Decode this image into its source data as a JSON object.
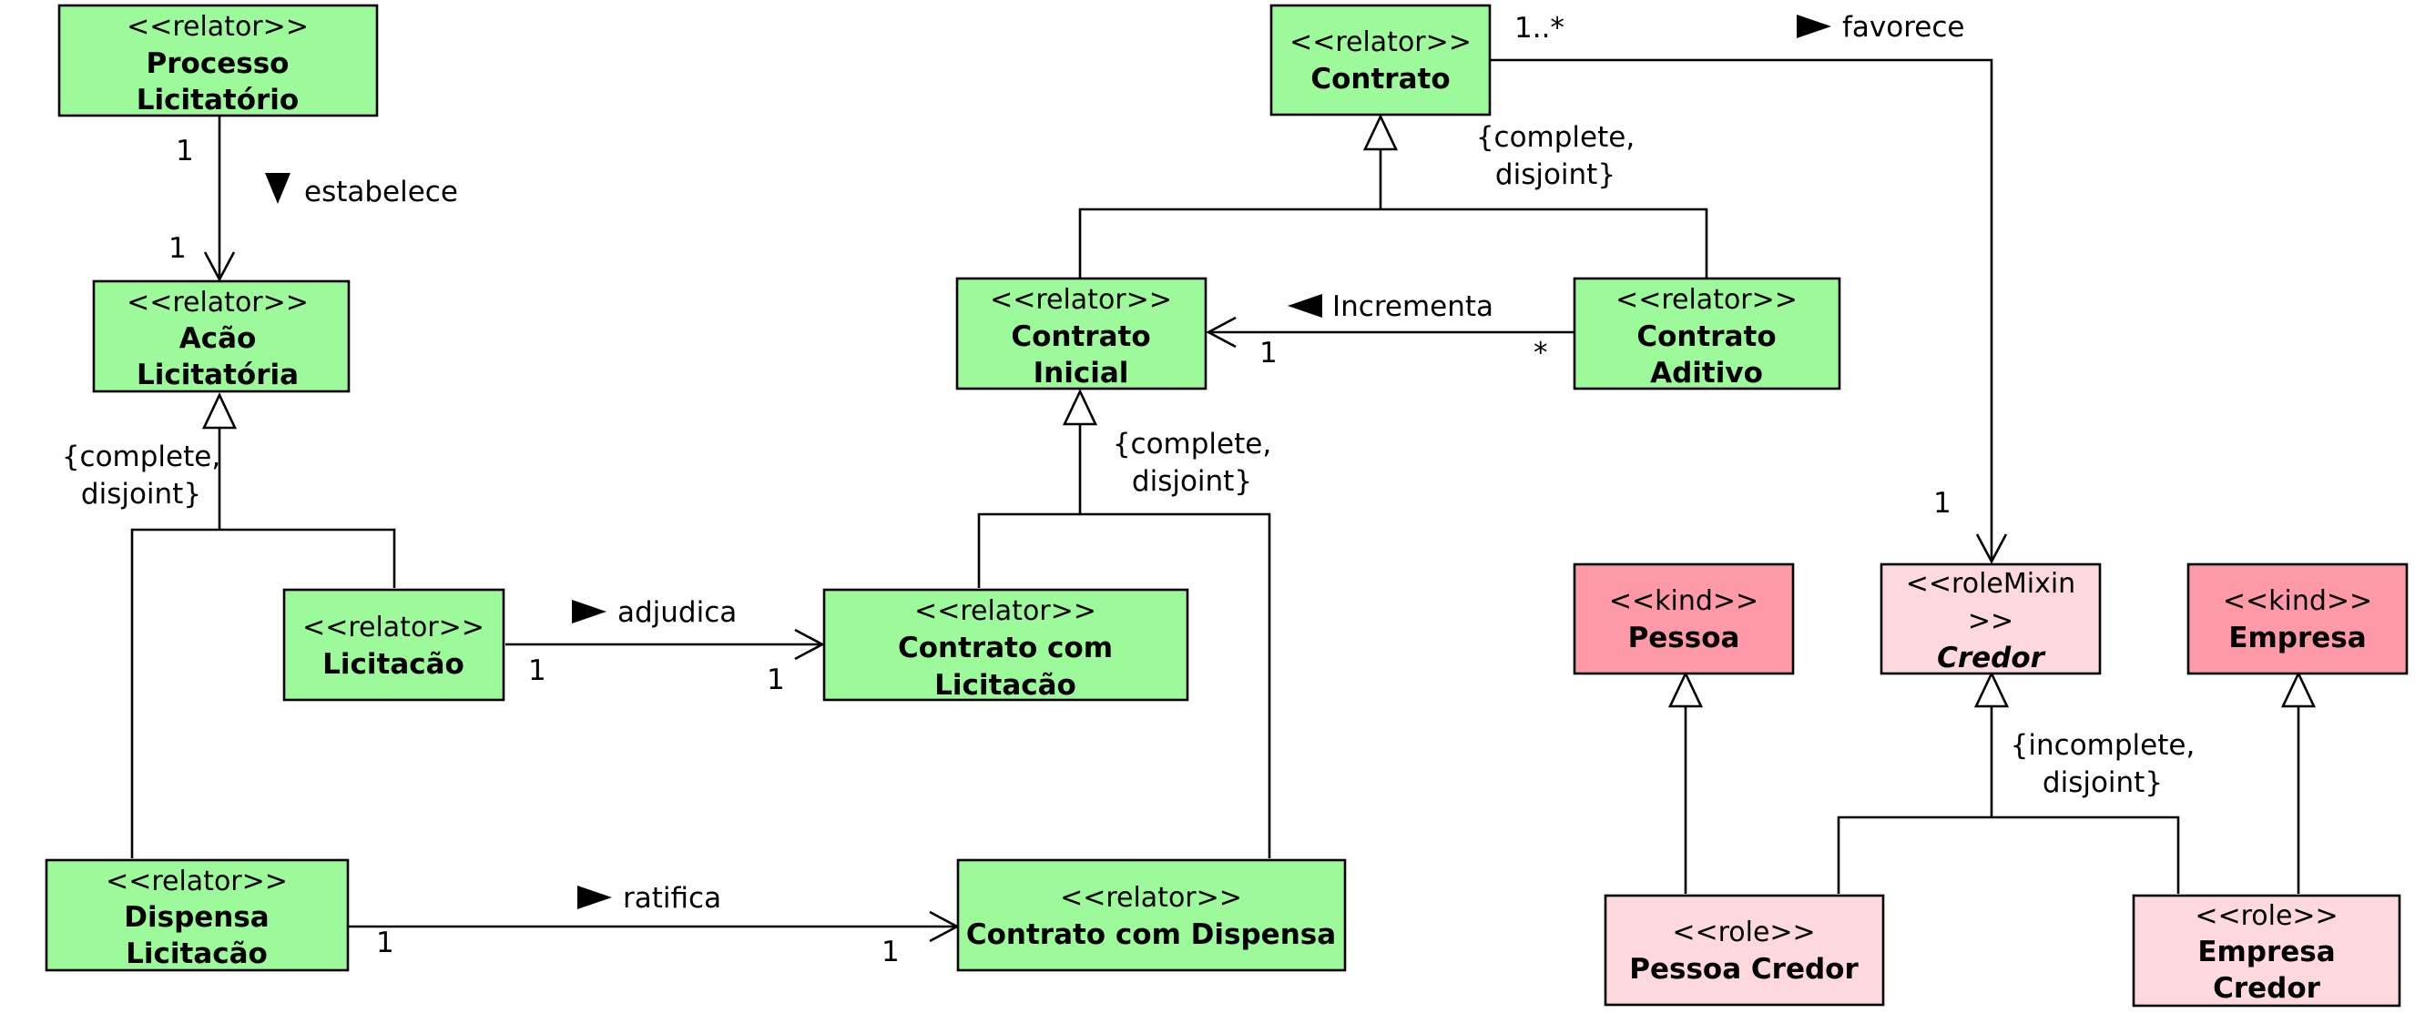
{
  "colors": {
    "relator_fill": "#9dfa9b",
    "kind_fill": "#fe9aa7",
    "role_fill": "#fdd9dd"
  },
  "classes": {
    "processo": {
      "stereotype": "<<relator>>",
      "name_lines": [
        "Processo",
        "Licitatório"
      ]
    },
    "acao": {
      "stereotype": "<<relator>>",
      "name_lines": [
        "Acão",
        "Licitatória"
      ]
    },
    "licitacao": {
      "stereotype": "<<relator>>",
      "name_lines": [
        "Licitacão"
      ]
    },
    "dispensa": {
      "stereotype": "<<relator>>",
      "name_lines": [
        "Dispensa",
        "Licitacão"
      ]
    },
    "contrato": {
      "stereotype": "<<relator>>",
      "name_lines": [
        "Contrato"
      ]
    },
    "contrato_inicial": {
      "stereotype": "<<relator>>",
      "name_lines": [
        "Contrato",
        "Inicial"
      ]
    },
    "contrato_aditivo": {
      "stereotype": "<<relator>>",
      "name_lines": [
        "Contrato",
        "Aditivo"
      ]
    },
    "contrato_licitacao": {
      "stereotype": "<<relator>>",
      "name_lines": [
        "Contrato com",
        "Licitacão"
      ]
    },
    "contrato_dispensa": {
      "stereotype": "<<relator>>",
      "name_lines": [
        "Contrato com Dispensa"
      ]
    },
    "pessoa": {
      "stereotype": "<<kind>>",
      "name_lines": [
        "Pessoa"
      ]
    },
    "credor": {
      "stereotype_lines": [
        "<<roleMixin",
        ">>"
      ],
      "name_lines": [
        "Credor"
      ]
    },
    "empresa": {
      "stereotype": "<<kind>>",
      "name_lines": [
        "Empresa"
      ]
    },
    "pessoa_credor": {
      "stereotype": "<<role>>",
      "name_lines": [
        "Pessoa Credor"
      ]
    },
    "empresa_credor": {
      "stereotype": "<<role>>",
      "name_lines": [
        "Empresa",
        "Credor"
      ]
    }
  },
  "associations": {
    "estabelece": {
      "name": "estabelece",
      "mult_source": "1",
      "mult_target": "1"
    },
    "adjudica": {
      "name": "adjudica",
      "mult_source": "1",
      "mult_target": "1"
    },
    "ratifica": {
      "name": "ratifica",
      "mult_source": "1",
      "mult_target": "1"
    },
    "incrementa": {
      "name": "Incrementa",
      "mult_source": "*",
      "mult_target": "1"
    },
    "favorece": {
      "name": "favorece",
      "mult_source": "1..*",
      "mult_target": "1"
    }
  },
  "generalization_sets": {
    "acao_set": [
      "{complete,",
      "disjoint}"
    ],
    "contrato_set": [
      "{complete,",
      "disjoint}"
    ],
    "inicial_set": [
      "{complete,",
      "disjoint}"
    ],
    "credor_set": [
      "{incomplete,",
      "disjoint}"
    ]
  }
}
